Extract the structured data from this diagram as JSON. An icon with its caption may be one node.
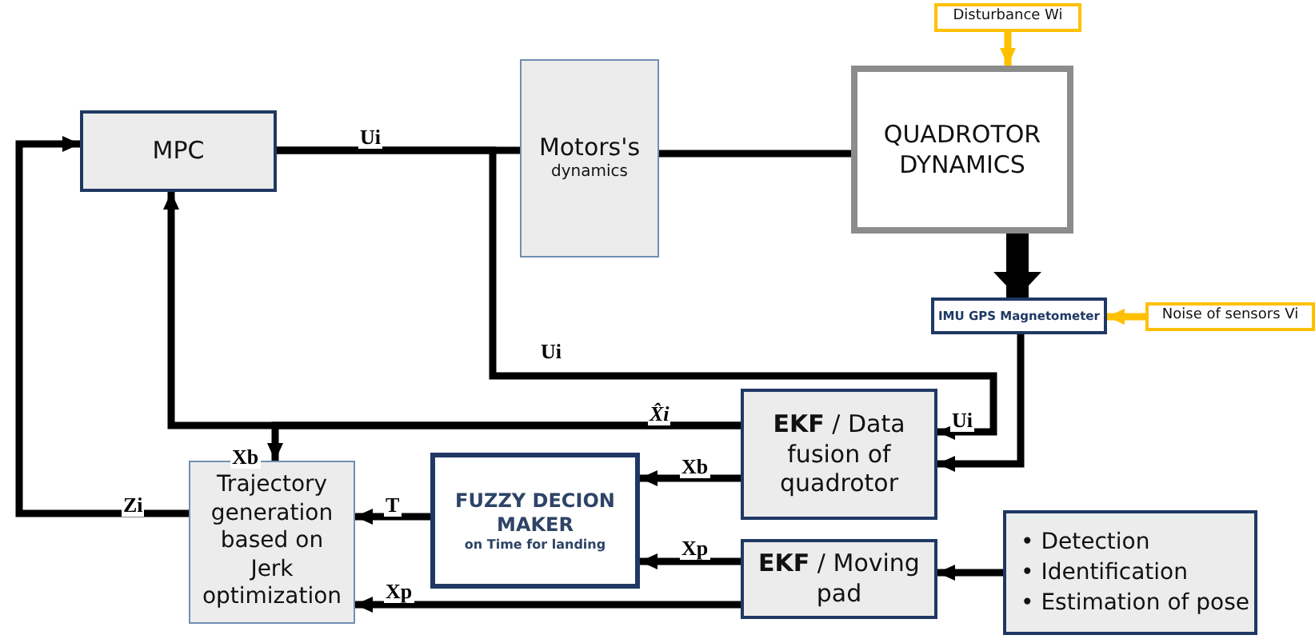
{
  "diagram": {
    "nodes": [
      {
        "text": [
          "MPC"
        ]
      },
      {
        "text": [
          "Motors's",
          "dynamics"
        ]
      },
      {
        "text": [
          "QUADROTOR DYNAMICS"
        ]
      },
      {
        "text": [
          "Disturbance Wi"
        ]
      },
      {
        "text": [
          "IMU GPS Magnetometer"
        ]
      },
      {
        "text": [
          "Noise of sensors Vi"
        ]
      },
      {
        "text": [
          "**EKF** / Data fusion of quadrotor"
        ]
      },
      {
        "text": [
          "FUZZY DECION MAKER",
          "on Time for landing"
        ]
      },
      {
        "text": [
          "Trajectory generation based on Jerk optimization"
        ]
      },
      {
        "text": [
          "**EKF** / Moving pad"
        ]
      },
      {
        "text": [
          "• Detection",
          "• Identification",
          "• Estimation of pose"
        ]
      }
    ],
    "edges": [
      {
        "from": 0,
        "to": 1,
        "arrow": "none",
        "label": "Ui"
      },
      {
        "from": 1,
        "to": 2,
        "arrow": "none"
      },
      {
        "from": 3,
        "to": 2,
        "arrow": "to",
        "color": "#ffc000"
      },
      {
        "from": 2,
        "to": 4,
        "arrow": "to",
        "style": "thick"
      },
      {
        "from": 5,
        "to": 4,
        "arrow": "to",
        "color": "#ffc000"
      },
      {
        "from": 4,
        "to": 6,
        "arrow": "to"
      },
      {
        "from": 0,
        "to": 6,
        "arrow": "to",
        "label": "Ui"
      },
      {
        "from": 6,
        "to": 0,
        "arrow": "to",
        "label": "X̂i"
      },
      {
        "from": 6,
        "to": 8,
        "arrow": "to",
        "label": "Xb"
      },
      {
        "from": 6,
        "to": 7,
        "arrow": "to",
        "label": "Xb"
      },
      {
        "from": 7,
        "to": 8,
        "arrow": "to",
        "label": "T"
      },
      {
        "from": 9,
        "to": 7,
        "arrow": "to",
        "label": "Xp"
      },
      {
        "from": 9,
        "to": 8,
        "arrow": "to",
        "label": "Xp"
      },
      {
        "from": 10,
        "to": 9,
        "arrow": "to"
      },
      {
        "from": 8,
        "to": 0,
        "arrow": "to",
        "label": "Zi"
      }
    ],
    "labels": [
      "Ui"
    ]
  }
}
